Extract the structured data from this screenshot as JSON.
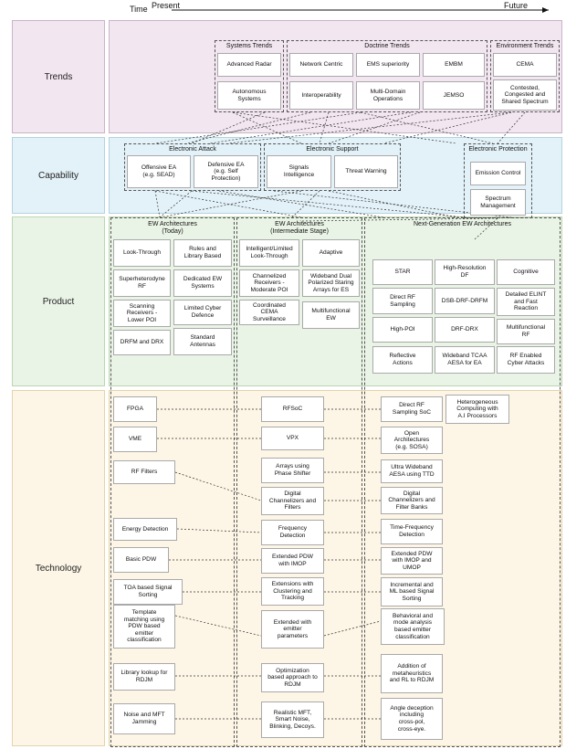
{
  "header": {
    "time": "Time",
    "present": "Present",
    "future": "Future"
  },
  "rows": {
    "trends": "Trends",
    "capability": "Capability",
    "product": "Product",
    "technology": "Technology"
  },
  "colors": {
    "trends": "#f2e6f1",
    "capability": "#e3f2f8",
    "product": "#eaf4e6",
    "technology": "#fdf6e6",
    "band_border": "#a58aa3",
    "node_border": "#a9a9a9"
  },
  "groups": {
    "systems": "Systems Trends",
    "doctrine": "Doctrine Trends",
    "environment": "Environment Trends",
    "ea": "Electronic Attack",
    "es": "Electronic Support",
    "ep": "Electronic Protection",
    "today": "EW Architectures\n(Today)",
    "intermediate": "EW Architectures\n(Intermediate Stage)",
    "nextgen": "Next-Generation EW Architectures"
  },
  "nodes": {
    "advanced_radar": "Advanced Radar",
    "autonomous_systems": "Autonomous\nSystems",
    "network_centric": "Network Centric",
    "ems_superiority": "EMS superiority",
    "embm": "EMBM",
    "interoperability": "Interoperability",
    "multi_domain": "Multi-Domain\nOperations",
    "jemso": "JEMSO",
    "cema": "CEMA",
    "contested": "Contested,\nCongested and\nShared Spectrum",
    "offensive_ea": "Offensive EA\n(e.g. SEAD)",
    "defensive_ea": "Defensive EA\n(e.g. Self\nProtection)",
    "signals_intel": "Signals\nIntelligence",
    "threat_warning": "Threat Warning",
    "emission_control": "Emission Control",
    "spectrum_mgmt": "Spectrum\nManagement",
    "look_through": "Look-Through",
    "rules_library": "Rules and\nLibrary Based",
    "superhet": "Superheterodyne\nRF",
    "dedicated_ew": "Dedicated EW\nSystems",
    "scanning_rx": "Scanning\nReceivers -\nLower POI",
    "limited_cyber": "Limited Cyber\nDefence",
    "drfm_drx": "DRFM and DRX",
    "std_antennas": "Standard\nAntennas",
    "intelligent_lt": "Intelligent/Limited\nLook-Through",
    "adaptive": "Adaptive",
    "channelized_rx": "Channelized\nReceivers -\nModerate POI",
    "wideband_dual": "Wideband Dual\nPolarized Staring\nArrays for ES",
    "coordinated_cema": "Coordinated\nCEMA\nSurveillance",
    "multifunctional_ew": "Multifunctional\nEW",
    "star": "STAR",
    "hr_df": "High-Resolution\nDF",
    "cognitive": "Cognitive",
    "direct_rf": "Direct RF\nSampling",
    "dsb_drf": "DSB-DRF-DRFM",
    "detailed_elint": "Detailed ELINT\nand Fast\nReaction",
    "high_poi": "High-POI",
    "drf_drx": "DRF-DRX",
    "multifunctional_rf": "Multifunctional\nRF",
    "reflective": "Reflective\nActions",
    "wideband_tcaa": "Wideband TCAA\nAESA for EA",
    "rf_cyber": "RF Enabled\nCyber Attacks",
    "fpga": "FPGA",
    "rfsoc": "RFSoC",
    "direct_rf_soc": "Direct RF\nSampling SoC",
    "hetero": "Heterogeneous\nComputing with\nA.I Processors",
    "vme": "VME",
    "vpx": "VPX",
    "open_arch": "Open\nArchitectures\n(e.g. SOSA)",
    "rf_filters": "RF Filters",
    "arrays_phase": "Arrays using\nPhase Shifter",
    "ultra_aesa": "Ultra Wideband\nAESA using TTD",
    "digital_ch_filters": "Digital\nChannelizers and\nFilters",
    "digital_ch_banks": "Digital\nChannelizers and\nFilter Banks",
    "energy_det": "Energy Detection",
    "freq_det": "Frequency\nDetection",
    "tf_det": "Time-Frequency\nDetection",
    "basic_pdw": "Basic PDW",
    "ext_pdw_imop": "Extended PDW\nwith IMOP",
    "ext_pdw_umop": "Extended PDW\nwith IMOP and\nUMOP",
    "toa_sorting": "TOA based Signal\nSorting",
    "ext_clustering": "Extensions with\nClustering and\nTracking",
    "incremental_ml": "Incremental and\nML based Signal\nSorting",
    "template_match": "Template\nmatching using\nPDW based\nemitter\nclassification",
    "ext_emitter": "Extended with\nemitter\nparameters",
    "behavioral": "Behavioral and\nmode analysis\nbased emitter\nclassification",
    "library_lookup": "Library lookup for\nRDJM",
    "optimization": "Optimization\nbased approach to\nRDJM",
    "metaheuristics": "Addition of\nmetaheuristics\nand RL to RDJM",
    "noise_mft": "Noise and MFT\nJamming",
    "realistic_mft": "Realistic MFT,\nSmart Noise,\nBlinking, Decoys.",
    "angle_deception": "Angle deception\nincluding\ncross-pol,\ncross-eye."
  }
}
